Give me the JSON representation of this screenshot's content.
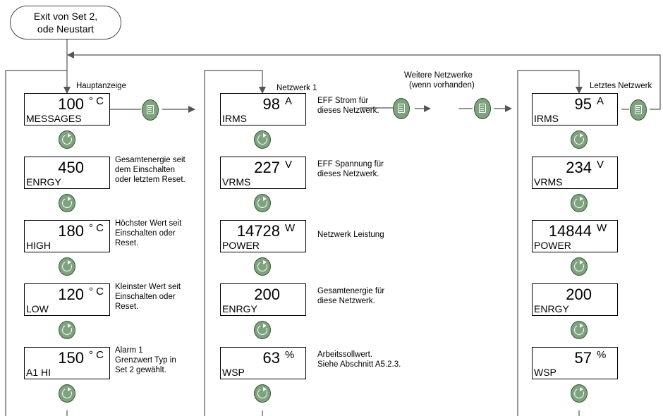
{
  "start": {
    "line1": "Exit von Set 2,",
    "line2": "ode Neustart"
  },
  "labels": {
    "hauptanzeige": "Hauptanzeige",
    "netzwerk1": "Netzwerk 1",
    "weitere1": "Weitere Netzwerke",
    "weitere2": "(wenn vorhanden)",
    "letztes": "Letztes Netzwerk"
  },
  "col1": [
    {
      "value": "100",
      "unit": "° C",
      "sub": "MESSAGES",
      "desc": []
    },
    {
      "value": "450",
      "unit": "",
      "sub": "ENRGY",
      "desc": [
        "Gesamtenergie seit",
        "dem Einschalten",
        "oder letztem Reset."
      ]
    },
    {
      "value": "180",
      "unit": "° C",
      "sub": "HIGH",
      "desc": [
        "Höchster Wert seit",
        "Einschalten oder",
        "Reset."
      ]
    },
    {
      "value": "120",
      "unit": "° C",
      "sub": "LOW",
      "desc": [
        "Kleinster Wert seit",
        "Einschalten oder",
        "Reset."
      ]
    },
    {
      "value": "150",
      "unit": "° C",
      "sub": "A1 HI",
      "desc": [
        "Alarm 1",
        "Grenzwert Typ in",
        "Set 2 gewählt."
      ]
    }
  ],
  "col2": [
    {
      "value": "98",
      "unit": "A",
      "sub": "IRMS",
      "desc": [
        "EFF Strom für",
        "dieses Netzwerk."
      ]
    },
    {
      "value": "227",
      "unit": "V",
      "sub": "VRMS",
      "desc": [
        "EFF Spannung für",
        "dieses Netzwerk."
      ]
    },
    {
      "value": "14728",
      "unit": "W",
      "sub": "POWER",
      "desc": [
        "Netzwerk Leistung"
      ]
    },
    {
      "value": "200",
      "unit": "",
      "sub": "ENRGY",
      "desc": [
        "Gesamtenergie für",
        "diese Netzwerk."
      ]
    },
    {
      "value": "63",
      "unit": "%",
      "sub": "WSP",
      "desc": [
        "Arbeitssollwert.",
        "Siehe Abschnitt A5.2.3."
      ]
    }
  ],
  "col3": [
    {
      "value": "95",
      "unit": "A",
      "sub": "IRMS"
    },
    {
      "value": "234",
      "unit": "V",
      "sub": "VRMS"
    },
    {
      "value": "14844",
      "unit": "W",
      "sub": "POWER"
    },
    {
      "value": "200",
      "unit": "",
      "sub": "ENRGY"
    },
    {
      "value": "57",
      "unit": "%",
      "sub": "WSP"
    }
  ],
  "icons": {
    "scroll": "scroll-button-icon",
    "page": "page-button-icon"
  },
  "colors": {
    "button": "#7ea37e",
    "button_border": "#335533",
    "line": "#555555"
  }
}
